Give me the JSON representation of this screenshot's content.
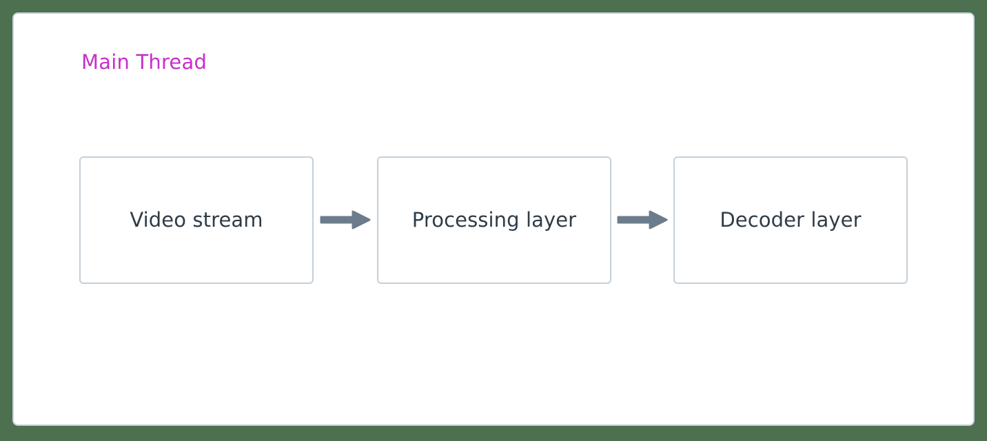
{
  "diagram": {
    "type": "flowchart",
    "direction": "left-to-right",
    "background_color": "#4d7050",
    "subgraph": {
      "title": "Main Thread",
      "title_color": "#c62fcc",
      "border_color": "#c5d0d9",
      "fill_color": "#ffffff"
    },
    "node_style": {
      "border_color": "#c5d0d9",
      "fill_color": "#ffffff",
      "text_color": "#2f3c47",
      "shape": "rounded-rectangle"
    },
    "edge_style": {
      "color": "#6b7d8c",
      "arrowhead": "solid-triangle"
    },
    "nodes": [
      {
        "id": "video-stream",
        "label": "Video stream"
      },
      {
        "id": "processing-layer",
        "label": "Processing layer"
      },
      {
        "id": "decoder-layer",
        "label": "Decoder layer"
      }
    ],
    "edges": [
      {
        "id": "edge-0",
        "from": "video-stream",
        "to": "processing-layer",
        "label": ""
      },
      {
        "id": "edge-1",
        "from": "processing-layer",
        "to": "decoder-layer",
        "label": ""
      }
    ]
  }
}
